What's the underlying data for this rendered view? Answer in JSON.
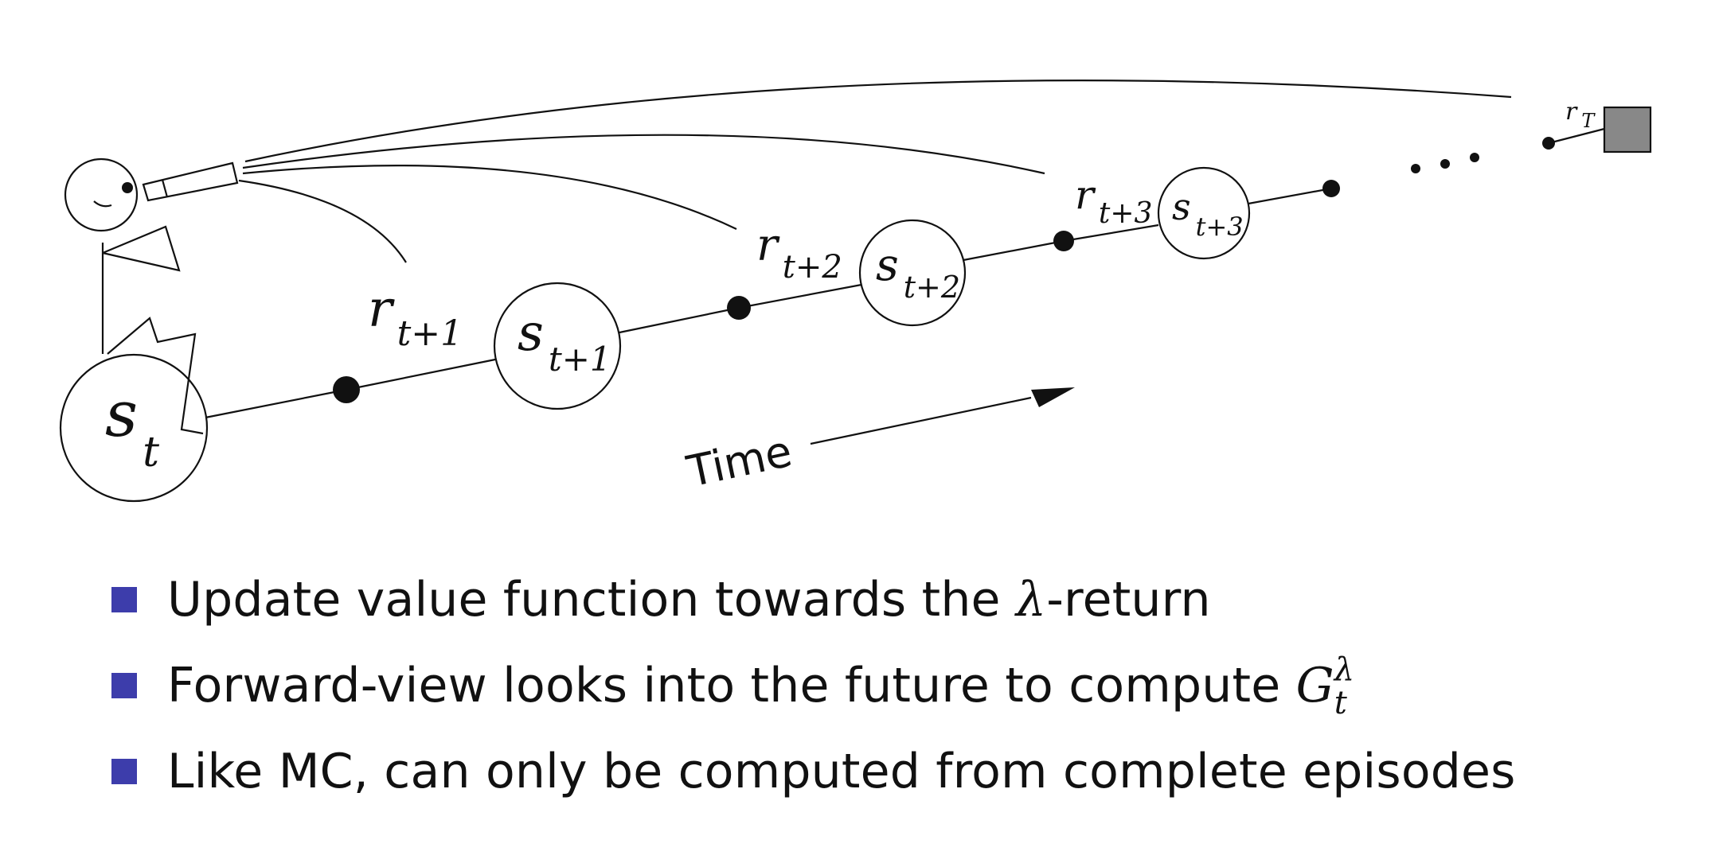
{
  "diagram": {
    "state_labels": [
      {
        "base": "s",
        "sub": "t"
      },
      {
        "base": "s",
        "sub": "t+1"
      },
      {
        "base": "s",
        "sub": "t+2"
      },
      {
        "base": "s",
        "sub": "t+3"
      }
    ],
    "reward_labels": [
      {
        "base": "r",
        "sub": "t+1"
      },
      {
        "base": "r",
        "sub": "t+2"
      },
      {
        "base": "r",
        "sub": "t+3"
      },
      {
        "base": "r",
        "sub": "T"
      }
    ],
    "time_label": "Time",
    "colors": {
      "line": "#111111",
      "terminal_fill": "#888888",
      "bullet": "#3d3dab"
    }
  },
  "bullets": [
    {
      "text_before": "Update value function towards the ",
      "math": "λ",
      "text_after": "-return"
    },
    {
      "text_before": "Forward-view looks into the future to compute ",
      "math_base": "G",
      "math_sub": "t",
      "math_sup": "λ"
    },
    {
      "text_before": "Like MC, can only be computed from complete episodes"
    }
  ]
}
